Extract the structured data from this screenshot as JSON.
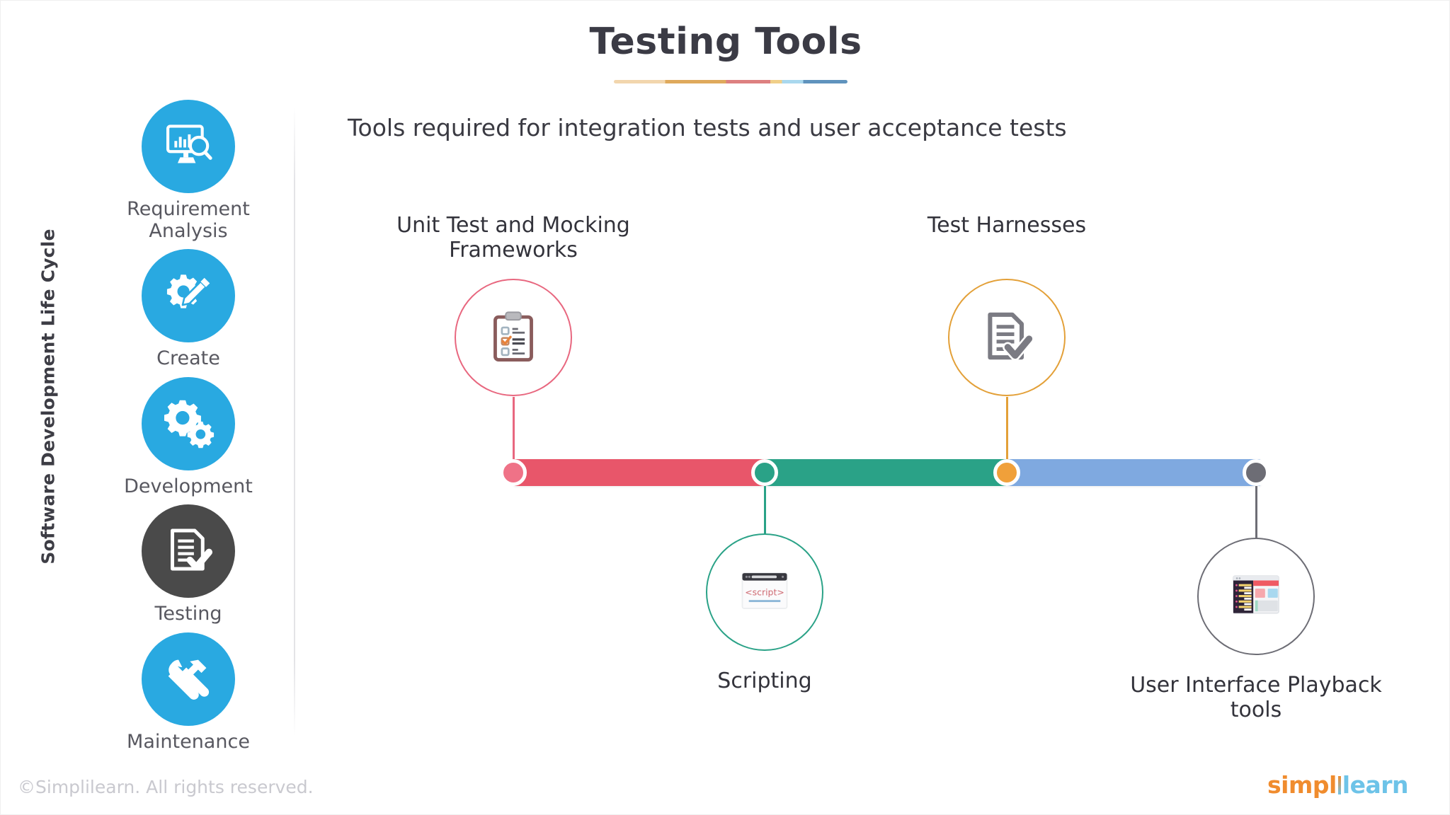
{
  "header": {
    "title": "Testing Tools",
    "subtitle": "Tools required for integration tests and user acceptance tests",
    "underline_colors": [
      "#f2d6ad",
      "#dfa95c",
      "#dd8080",
      "#f0cf88",
      "#a9d8ee",
      "#5f93bd"
    ]
  },
  "sidebar": {
    "vertical_label": "Software Development Life Cycle",
    "accent_color": "#29a9e1",
    "active_color": "#4a4a4a",
    "items": [
      {
        "label": "Requirement Analysis",
        "icon": "monitor-chart-search-icon",
        "active": false
      },
      {
        "label": "Create",
        "icon": "gear-pencil-icon",
        "active": false
      },
      {
        "label": "Development",
        "icon": "two-gears-icon",
        "active": false
      },
      {
        "label": "Testing",
        "icon": "document-check-icon",
        "active": true
      },
      {
        "label": "Maintenance",
        "icon": "wrench-screwdriver-icon",
        "active": false
      }
    ]
  },
  "timeline": {
    "segments": [
      {
        "color": "#e8566a",
        "name": "segment-red"
      },
      {
        "color": "#2aa287",
        "name": "segment-teal"
      },
      {
        "color": "#7fa9e0",
        "name": "segment-blue"
      }
    ],
    "nodes": [
      {
        "label": "Unit Test and Mocking Frameworks",
        "icon": "clipboard-checklist-icon",
        "color": "#e8677f",
        "dot_color": "#ef7287",
        "position": "above"
      },
      {
        "label": "Scripting",
        "icon": "script-browser-icon",
        "color": "#2aa287",
        "dot_color": "#2aa287",
        "position": "below"
      },
      {
        "label": "Test Harnesses",
        "icon": "document-check-icon",
        "color": "#e3a038",
        "dot_color": "#f0a03a",
        "position": "above"
      },
      {
        "label": "User Interface Playback tools",
        "icon": "dashboard-window-icon",
        "color": "#6d6d75",
        "dot_color": "#6d6d75",
        "position": "below"
      }
    ]
  },
  "footer": {
    "copyright": "©Simplilearn. All rights reserved.",
    "logo_first": "simpl",
    "logo_second": "learn"
  }
}
